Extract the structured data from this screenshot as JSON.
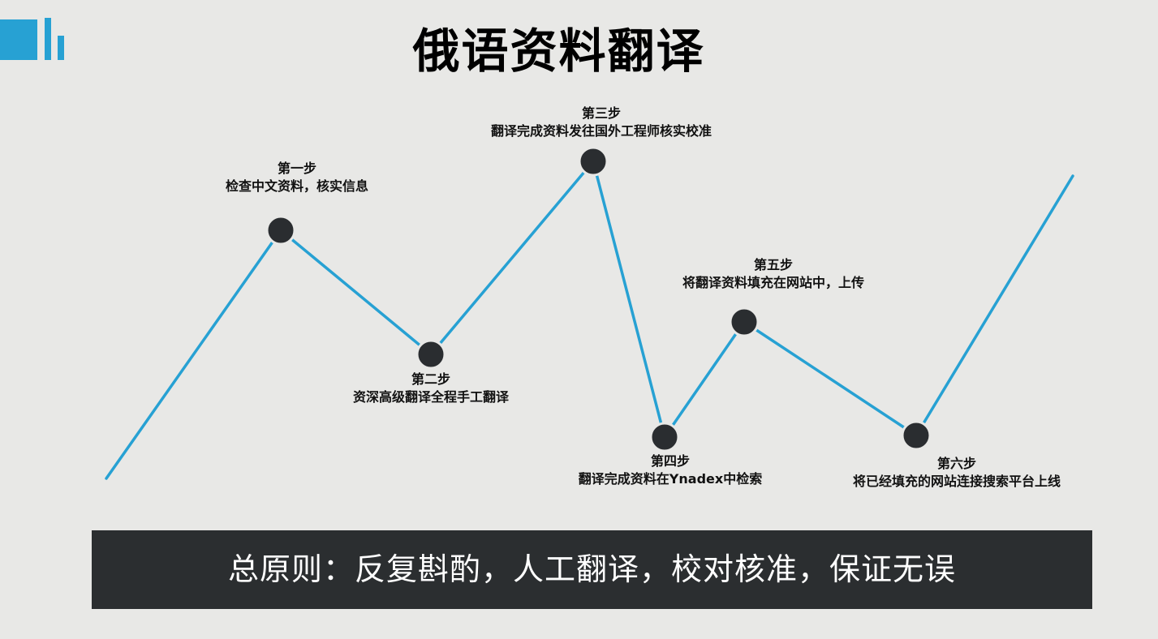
{
  "title": "俄语资料翻译",
  "colors": {
    "line": "#27a1d3",
    "node": "#2a2d30",
    "footer_bg": "#2b2e30",
    "background": "#e8e8e6"
  },
  "steps": [
    {
      "name": "第一步",
      "desc": "检查中文资料，核实信息"
    },
    {
      "name": "第二步",
      "desc": "资深高级翻译全程手工翻译"
    },
    {
      "name": "第三步",
      "desc": "翻译完成资料发往国外工程师核实校准"
    },
    {
      "name": "第四步",
      "desc": "翻译完成资料在Ynadex中检索"
    },
    {
      "name": "第五步",
      "desc": "将翻译资料填充在网站中，上传"
    },
    {
      "name": "第六步",
      "desc": "将已经填充的网站连接搜索平台上线"
    }
  ],
  "footer": "总原则：反复斟酌，人工翻译，校对核准，保证无误"
}
